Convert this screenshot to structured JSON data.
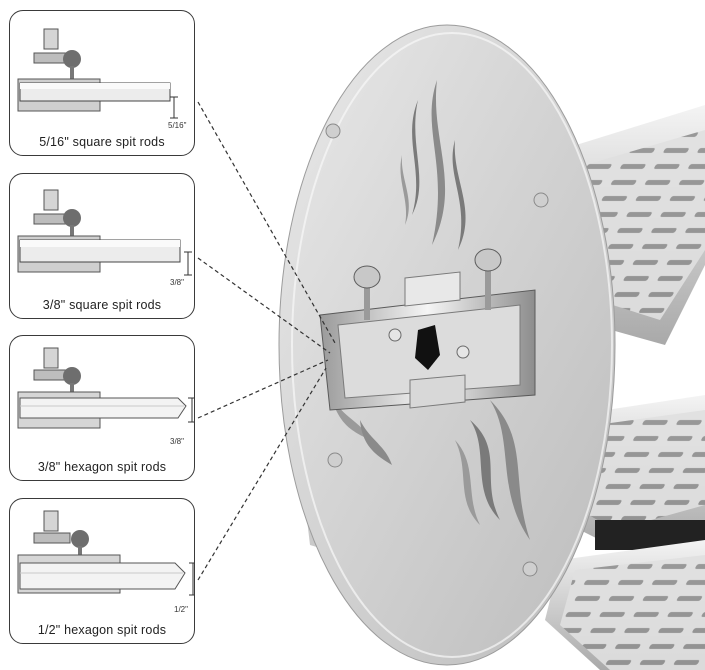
{
  "panels": [
    {
      "caption": "5/16\" square spit rods",
      "dim": "5/16\""
    },
    {
      "caption": "3/8\" square spit rods",
      "dim": "3/8\""
    },
    {
      "caption": "3/8\" hexagon spit rods",
      "dim": "3/8\""
    },
    {
      "caption": "1/2\" hexagon spit rods",
      "dim": "1/2\""
    }
  ],
  "colors": {
    "steel_light": "#f2f2f2",
    "steel_mid": "#bdbdbd",
    "steel_dark": "#6e6e6e",
    "outline": "#3a3a3a"
  }
}
